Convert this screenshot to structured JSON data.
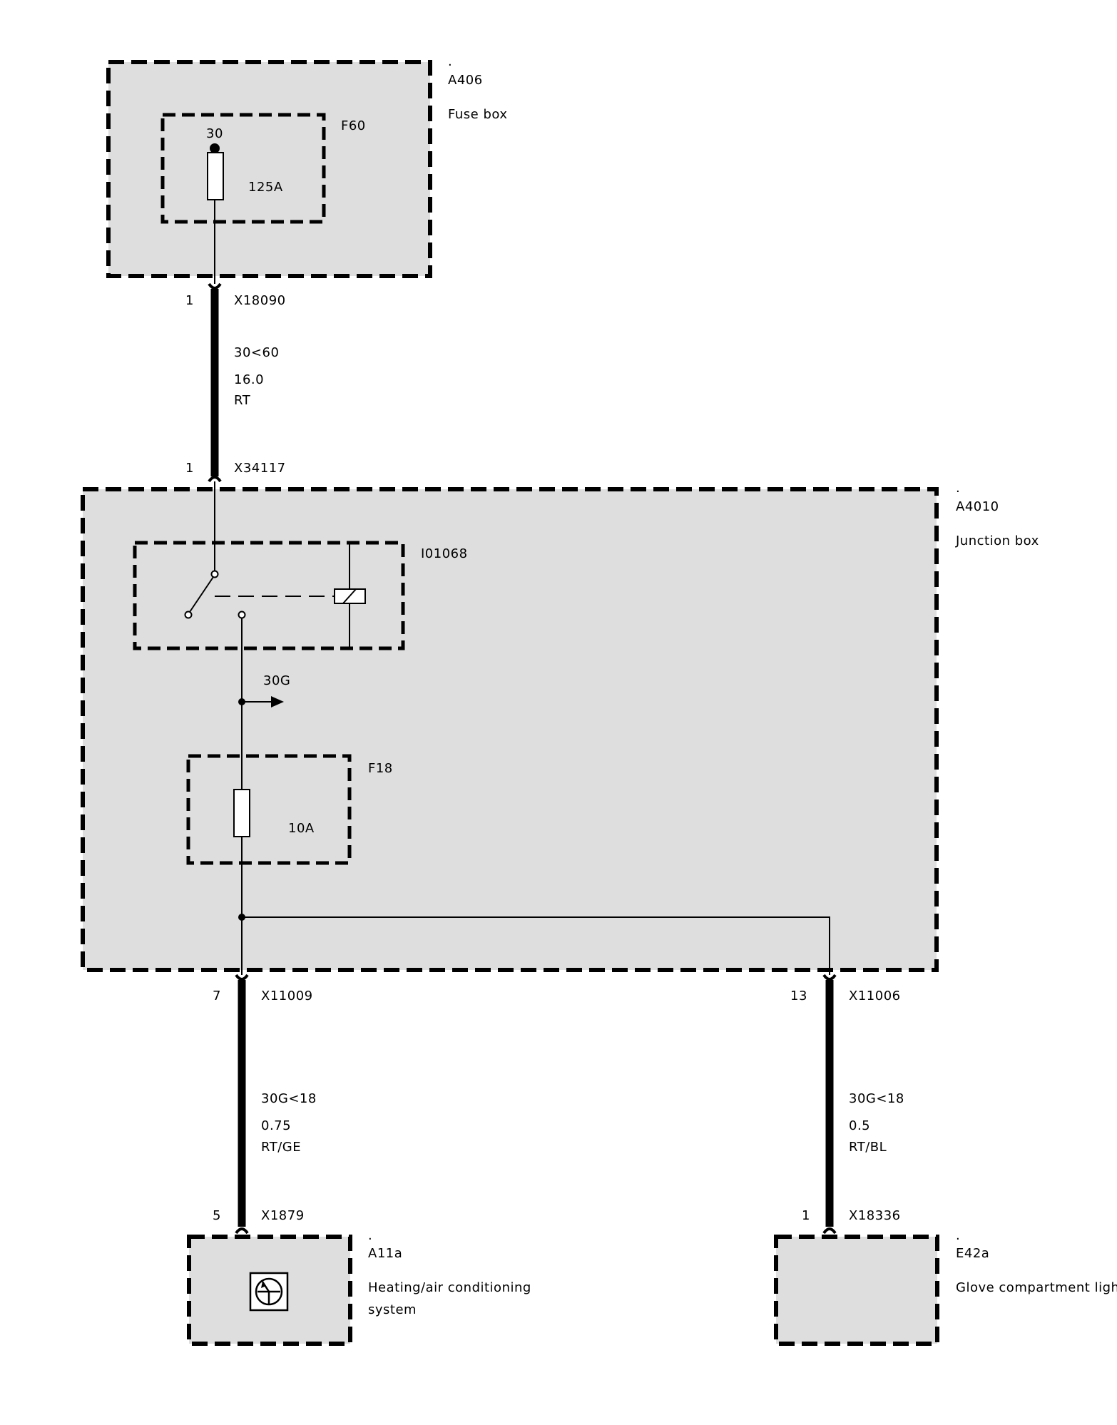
{
  "components": {
    "a406": {
      "dot": ".",
      "id": "A406",
      "name": "Fuse box"
    },
    "f60": {
      "id": "F60",
      "terminal": "30",
      "rating": "125A"
    },
    "a4010": {
      "dot": ".",
      "id": "A4010",
      "name": "Junction box"
    },
    "i01068": {
      "id": "I01068"
    },
    "node_30g": {
      "label": "30G"
    },
    "f18": {
      "id": "F18",
      "rating": "10A"
    },
    "a11a": {
      "dot": ".",
      "id": "A11a",
      "name_line1": "Heating/air conditioning",
      "name_line2": "system"
    },
    "e42a": {
      "dot": ".",
      "id": "E42a",
      "name": "Glove compartment light"
    }
  },
  "connectors": {
    "x18090": {
      "pin": "1",
      "id": "X18090"
    },
    "x34117": {
      "pin": "1",
      "id": "X34117"
    },
    "x11009": {
      "pin": "7",
      "id": "X11009"
    },
    "x11006": {
      "pin": "13",
      "id": "X11006"
    },
    "x1879": {
      "pin": "5",
      "id": "X1879"
    },
    "x18336": {
      "pin": "1",
      "id": "X18336"
    }
  },
  "wires": {
    "w1": {
      "circuit": "30<60",
      "size": "16.0",
      "color": "RT"
    },
    "w2": {
      "circuit": "30G<18",
      "size": "0.75",
      "color": "RT/GE"
    },
    "w3": {
      "circuit": "30G<18",
      "size": "0.5",
      "color": "RT/BL"
    }
  }
}
